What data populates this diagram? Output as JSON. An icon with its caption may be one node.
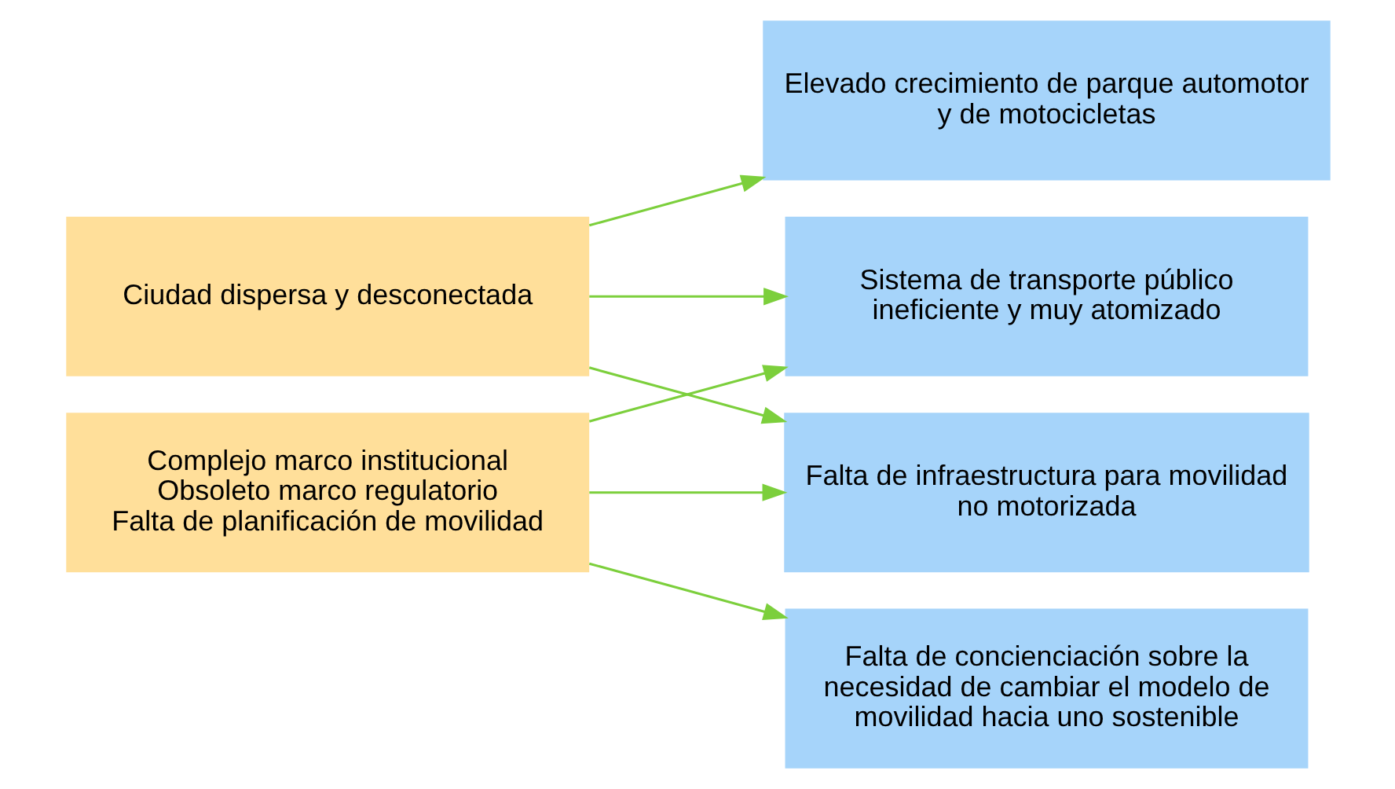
{
  "diagram": {
    "nodes": [
      {
        "text": [
          "Ciudad dispersa y desconectada"
        ]
      },
      {
        "text": [
          "Complejo marco institucional",
          "Obsoleto marco regulatorio",
          "Falta de planificación de movilidad"
        ]
      },
      {
        "text": [
          "Elevado crecimiento de parque automotor y de motocicletas"
        ]
      },
      {
        "text": [
          "Sistema de transporte público ineficiente y muy atomizado"
        ]
      },
      {
        "text": [
          "Falta de infraestructura para movilidad no motorizada"
        ]
      },
      {
        "text": [
          "Falta de concienciación sobre la necesidad de cambiar el modelo de movilidad hacia uno sostenible"
        ]
      }
    ],
    "edges": [
      {
        "from": 0,
        "to": 2,
        "arrow": "to"
      },
      {
        "from": 0,
        "to": 3,
        "arrow": "to"
      },
      {
        "from": 0,
        "to": 4,
        "arrow": "to"
      },
      {
        "from": 1,
        "to": 3,
        "arrow": "to"
      },
      {
        "from": 1,
        "to": 4,
        "arrow": "to"
      },
      {
        "from": 1,
        "to": 5,
        "arrow": "to"
      }
    ]
  }
}
